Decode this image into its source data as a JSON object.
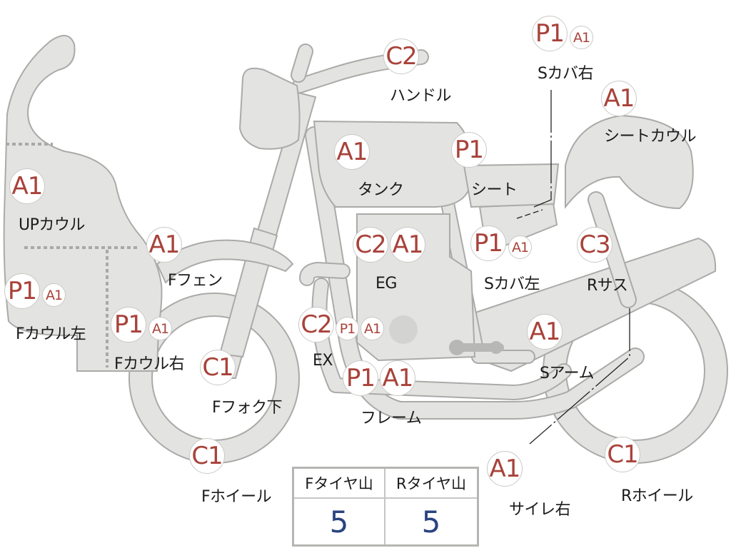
{
  "parts": [
    {
      "id": "upcowl",
      "label": "UPカウル",
      "codes": [
        {
          "code": "A1",
          "size": "big"
        }
      ]
    },
    {
      "id": "fcowl-left",
      "label": "Fカウル左",
      "codes": [
        {
          "code": "P1",
          "size": "big"
        },
        {
          "code": "A1",
          "size": "small"
        }
      ]
    },
    {
      "id": "fcowl-right",
      "label": "Fカウル右",
      "codes": [
        {
          "code": "P1",
          "size": "big"
        },
        {
          "code": "A1",
          "size": "small"
        }
      ]
    },
    {
      "id": "ffender",
      "label": "Fフェン",
      "codes": [
        {
          "code": "A1",
          "size": "big"
        }
      ]
    },
    {
      "id": "ffork",
      "label": "Fフォク下",
      "codes": [
        {
          "code": "C1",
          "size": "big"
        }
      ]
    },
    {
      "id": "fwheel",
      "label": "Fホイール",
      "codes": [
        {
          "code": "C1",
          "size": "big"
        }
      ]
    },
    {
      "id": "handle",
      "label": "ハンドル",
      "codes": [
        {
          "code": "C2",
          "size": "big"
        }
      ]
    },
    {
      "id": "tank",
      "label": "タンク",
      "codes": [
        {
          "code": "A1",
          "size": "big"
        }
      ]
    },
    {
      "id": "seat",
      "label": "シート",
      "codes": [
        {
          "code": "P1",
          "size": "big"
        }
      ]
    },
    {
      "id": "scover-right",
      "label": "Sカバ右",
      "codes": [
        {
          "code": "P1",
          "size": "big"
        },
        {
          "code": "A1",
          "size": "small"
        }
      ]
    },
    {
      "id": "seatcowl",
      "label": "シートカウル",
      "codes": [
        {
          "code": "A1",
          "size": "big"
        }
      ]
    },
    {
      "id": "eg",
      "label": "EG",
      "codes": [
        {
          "code": "C2",
          "size": "big"
        },
        {
          "code": "A1",
          "size": "big"
        }
      ]
    },
    {
      "id": "scover-left",
      "label": "Sカバ左",
      "codes": [
        {
          "code": "P1",
          "size": "big"
        },
        {
          "code": "A1",
          "size": "small"
        }
      ]
    },
    {
      "id": "rsus",
      "label": "Rサス",
      "codes": [
        {
          "code": "C3",
          "size": "big"
        }
      ]
    },
    {
      "id": "ex",
      "label": "EX",
      "codes": [
        {
          "code": "C2",
          "size": "big"
        },
        {
          "code": "P1",
          "size": "small"
        },
        {
          "code": "A1",
          "size": "small"
        }
      ]
    },
    {
      "id": "frame",
      "label": "フレーム",
      "codes": [
        {
          "code": "P1",
          "size": "big"
        },
        {
          "code": "A1",
          "size": "big"
        }
      ]
    },
    {
      "id": "sarm",
      "label": "Sアーム",
      "codes": [
        {
          "code": "A1",
          "size": "big"
        }
      ]
    },
    {
      "id": "silencer-right",
      "label": "サイレ右",
      "codes": [
        {
          "code": "A1",
          "size": "big"
        }
      ]
    },
    {
      "id": "rwheel",
      "label": "Rホイール",
      "codes": [
        {
          "code": "C1",
          "size": "big"
        }
      ]
    }
  ],
  "tire_table": {
    "front_header": "Fタイヤ山",
    "rear_header": "Rタイヤ山",
    "front_value": "5",
    "rear_value": "5"
  },
  "colors": {
    "code_text": "#a8423a",
    "part_fill": "#e3e3e1",
    "part_outline": "#aaaaa8",
    "table_value": "#2a4480"
  }
}
